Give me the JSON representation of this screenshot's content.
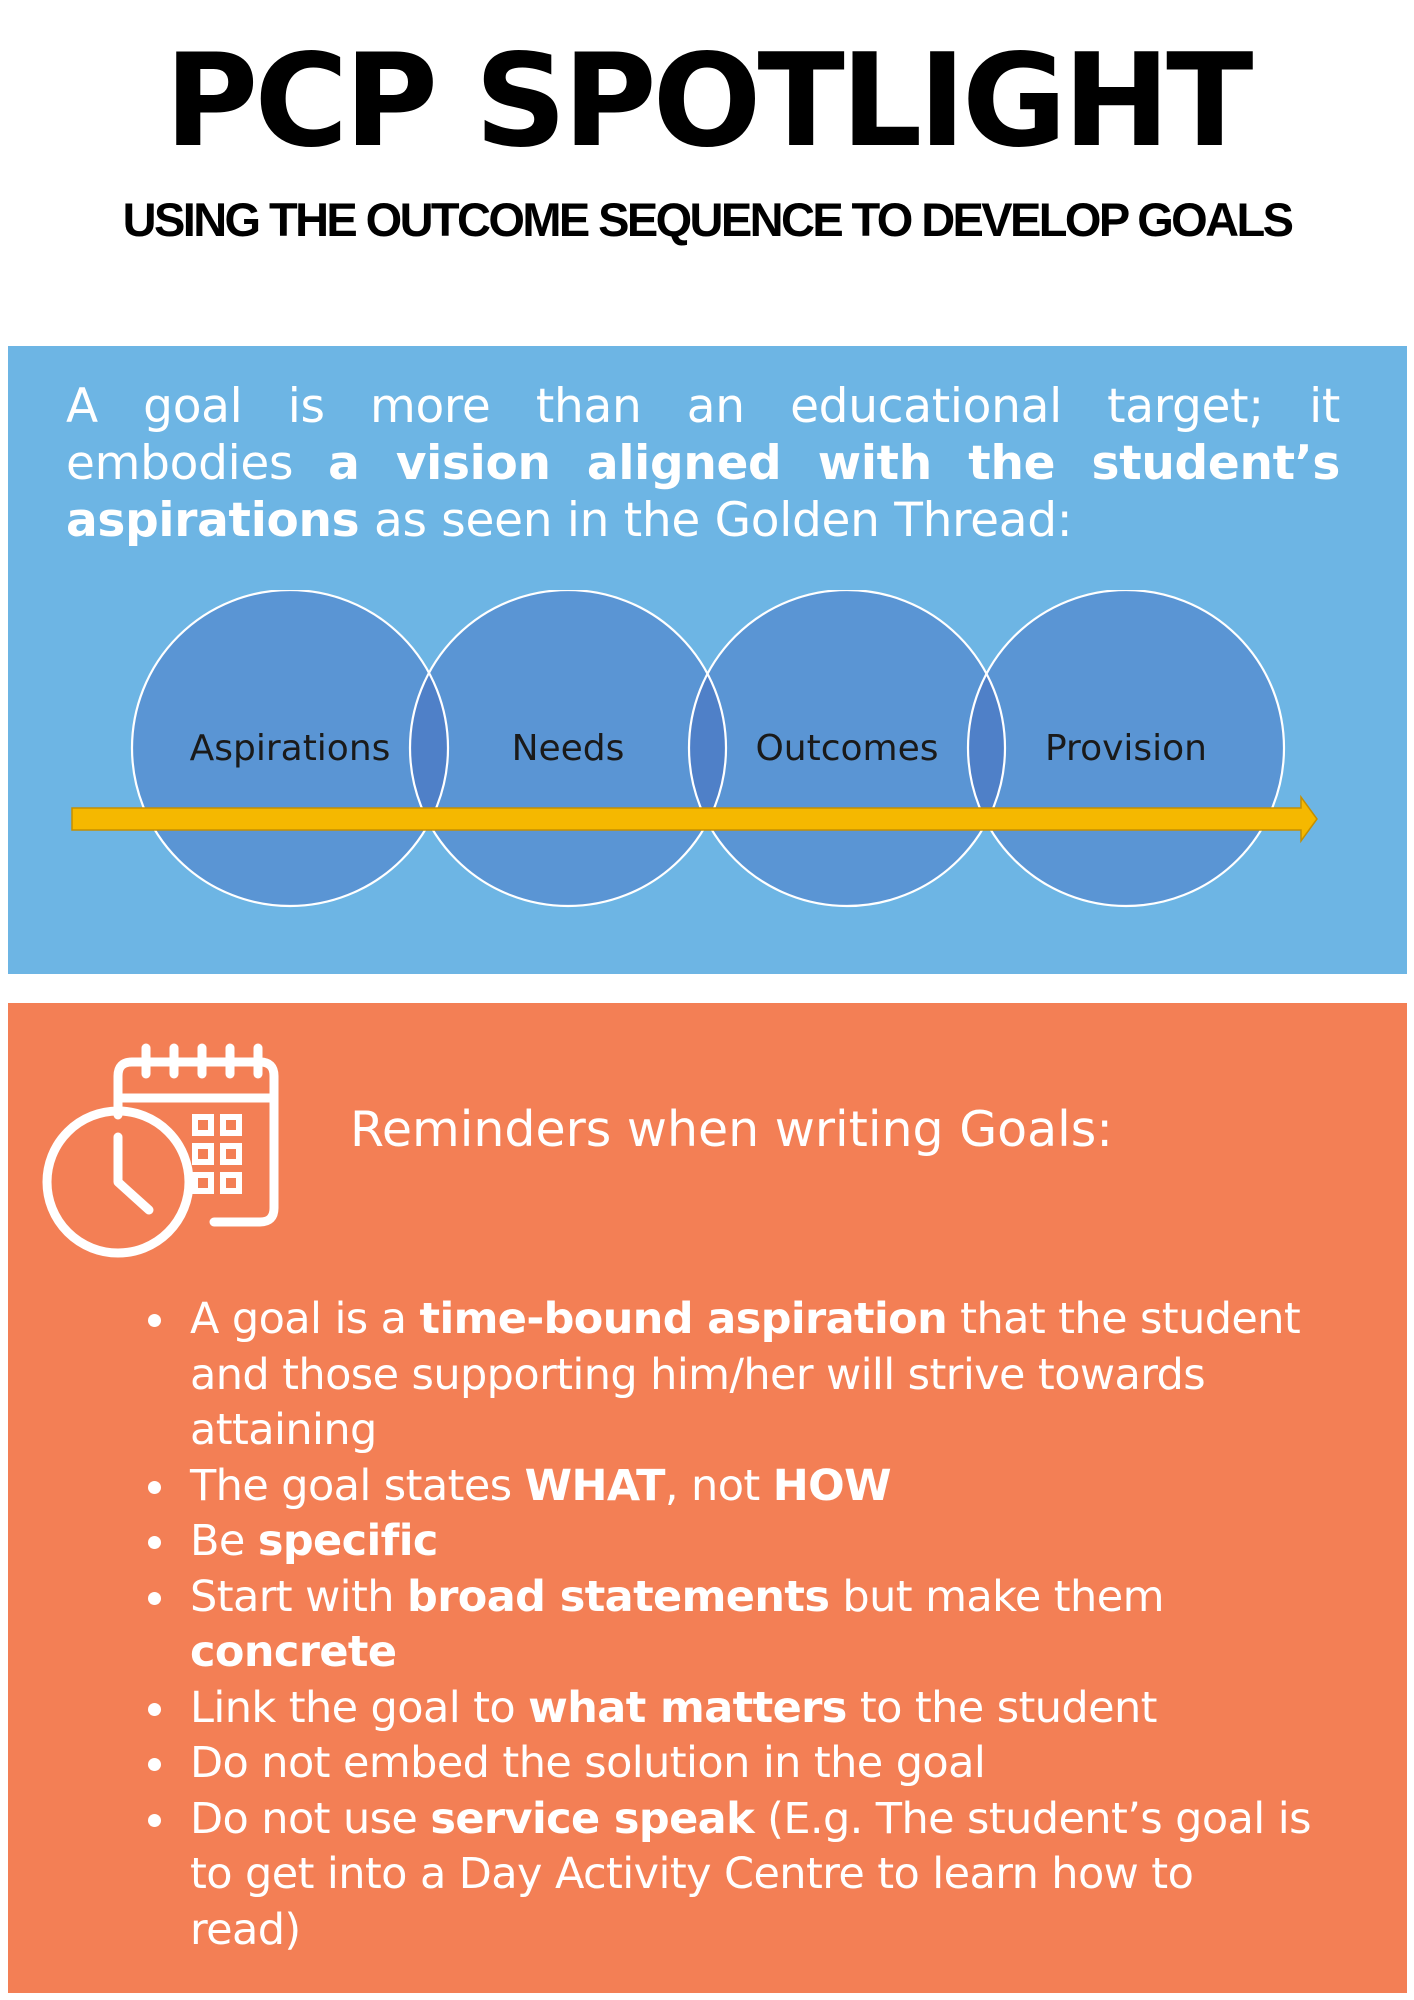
{
  "header": {
    "title": "PCP SPOTLIGHT",
    "subtitle": "USING THE OUTCOME SEQUENCE TO DEVELOP GOALS"
  },
  "intro": {
    "line1": "A goal is more than an educational target; it",
    "line2_plain": "embodies",
    "line2_bold": "a vision aligned with the student’s",
    "line3_bold": "aspirations",
    "line3_plain": "as seen in the Golden Thread:"
  },
  "golden_thread": {
    "circles": [
      {
        "label": "Aspirations"
      },
      {
        "label": "Needs"
      },
      {
        "label": "Outcomes"
      },
      {
        "label": "Provision"
      }
    ],
    "colors": {
      "circle_fill": "#5a95d4",
      "overlap_fill": "#4f80c8",
      "arrow": "#f5b800"
    }
  },
  "reminders": {
    "heading": "Reminders when writing Goals:",
    "icon": "calendar-clock-icon",
    "items": [
      {
        "l1a": "A goal is a ",
        "l1b": "time-bound aspiration",
        "l1c": " that the student",
        "l2": "and those supporting him/her will strive towards",
        "l3": "attaining"
      },
      {
        "a": "The goal states ",
        "b": "WHAT",
        "c": ", not ",
        "d": "HOW"
      },
      {
        "a": "Be ",
        "b": "specific"
      },
      {
        "a": "Start with ",
        "b": "broad statements",
        "c": " but make them",
        "d": "concrete"
      },
      {
        "a": "Link the goal to ",
        "b": "what matters",
        "c": " to the student"
      },
      {
        "a": "Do not embed the solution in the goal"
      },
      {
        "l1a": "Do not use ",
        "l1b": "service speak",
        "l1c": " (E.g. The student’s goal is",
        "l2": "to get into a Day Activity Centre to learn how to",
        "l3": "read)"
      }
    ]
  },
  "colors": {
    "blue_panel": "#6db5e4",
    "orange_panel": "#f37f55",
    "text_on_panels": "#ffffff"
  }
}
